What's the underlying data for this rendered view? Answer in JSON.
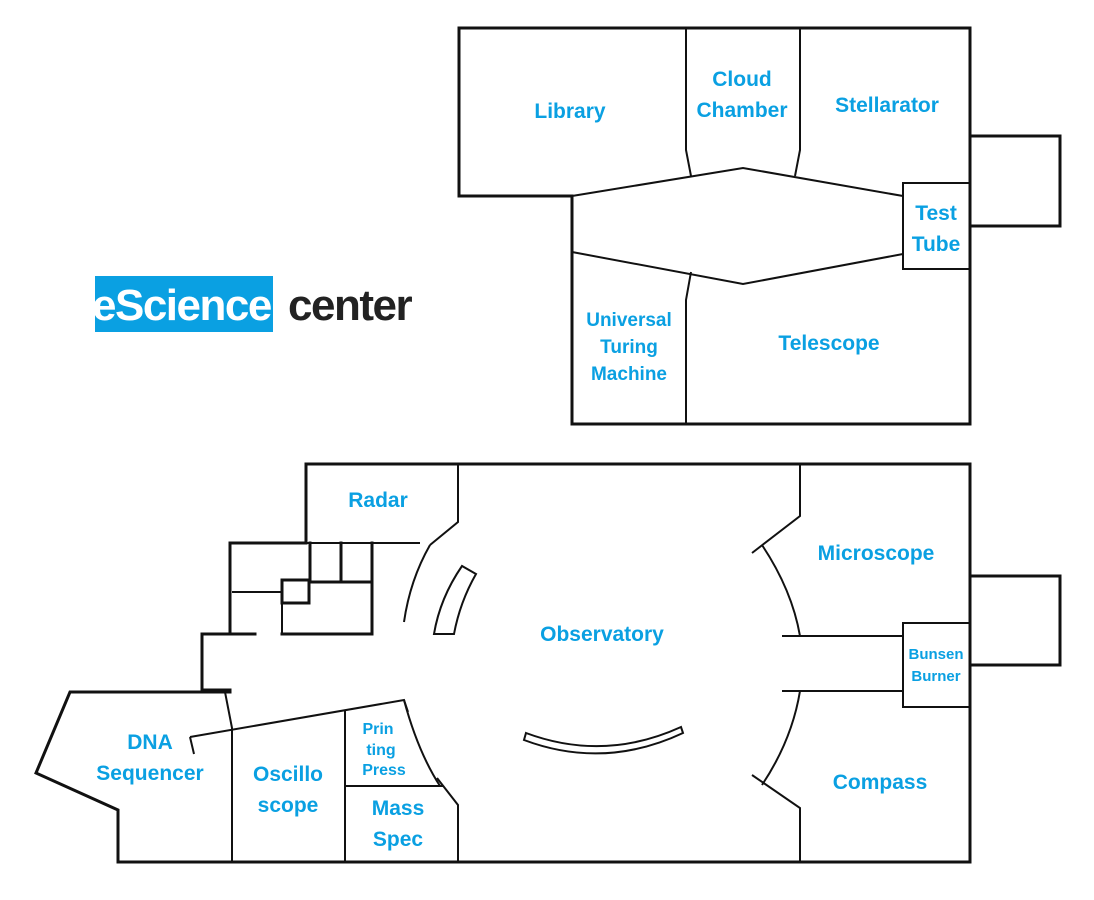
{
  "logo": {
    "part1": "eScience",
    "part2": "center",
    "brand_color": "#0aa0e2",
    "text_color": "#222222"
  },
  "label_color": "#0aa0e2",
  "upper_floor": {
    "library": [
      "Library"
    ],
    "cloud_chamber": [
      "Cloud",
      "Chamber"
    ],
    "stellarator": [
      "Stellarator"
    ],
    "test_tube": [
      "Test",
      "Tube"
    ],
    "universal_turing_machine": [
      "Universal",
      "Turing",
      "Machine"
    ],
    "telescope": [
      "Telescope"
    ]
  },
  "lower_floor": {
    "radar": [
      "Radar"
    ],
    "observatory": [
      "Observatory"
    ],
    "microscope": [
      "Microscope"
    ],
    "bunsen_burner": [
      "Bunsen",
      "Burner"
    ],
    "compass": [
      "Compass"
    ],
    "dna_sequencer": [
      "DNA",
      "Sequencer"
    ],
    "oscilloscope": [
      "Oscillo",
      "scope"
    ],
    "printing_press": [
      "Prin",
      "ting",
      "Press"
    ],
    "mass_spec": [
      "Mass",
      "Spec"
    ]
  }
}
